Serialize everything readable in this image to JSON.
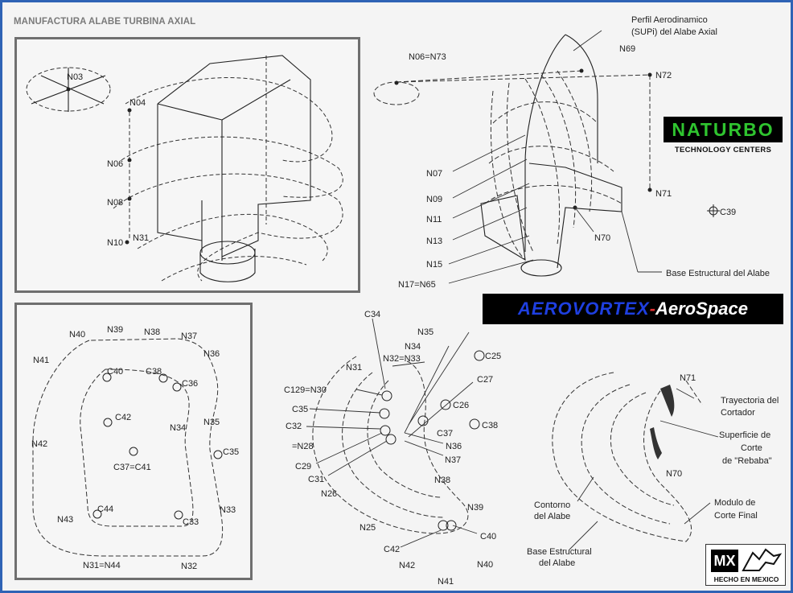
{
  "title": "MANUFACTURA ALABE TURBINA AXIAL",
  "brands": {
    "naturbo": "NATURBO",
    "naturbo_sub": "TECHNOLOGY CENTERS",
    "aerovortex_main": "AEROVORTEX",
    "aerovortex_dash": "-",
    "aerovortex_space": "AeroSpace",
    "mx": "MX",
    "mx_caption": "HECHO EN MEXICO",
    "colors": {
      "frame": "#2f63b5",
      "naturbo_green": "#2fc42f",
      "aerovortex_blue": "#1e3fe0",
      "aerovortex_dash": "#e03030"
    }
  },
  "panel_iso": {
    "labels": [
      "N03",
      "N04",
      "N06",
      "N08",
      "N10",
      "N31"
    ]
  },
  "panel_plan": {
    "labels": [
      "N40",
      "N39",
      "N38",
      "N37",
      "N36",
      "N41",
      "C40",
      "C38",
      "C36",
      "C42",
      "N35",
      "N34",
      "N42",
      "C35",
      "C37=C41",
      "C44",
      "N43",
      "C33",
      "N33",
      "N31=N44",
      "N32"
    ]
  },
  "diagram_iso2": {
    "labels": [
      "N06=N73",
      "N69",
      "N72",
      "N07",
      "N09",
      "N11",
      "N13",
      "N15",
      "N17=N65",
      "N70",
      "N71",
      "C39"
    ],
    "callouts": {
      "perfil_1": "Perfil Aerodinamico",
      "perfil_2": "(SUPi) del Alabe Axial",
      "base": "Base Estructural del Alabe"
    }
  },
  "diagram_toolpath": {
    "labels": [
      "C34",
      "N35",
      "N34",
      "N32=N33",
      "C25",
      "N31",
      "C27",
      "C129=N30",
      "C26",
      "C35",
      "C37",
      "C38",
      "C32",
      "=N28",
      "N36",
      "N37",
      "C29",
      "C31",
      "N38",
      "N26",
      "N39",
      "N25",
      "C40",
      "C42",
      "N42",
      "N40",
      "N41"
    ]
  },
  "diagram_cut": {
    "labels": [
      "N71",
      "N70"
    ],
    "callouts": {
      "trayectoria_1": "Trayectoria del",
      "trayectoria_2": "Cortador",
      "superficie_1": "Superficie de",
      "superficie_2": "Corte",
      "superficie_3": "de \"Rebaba\"",
      "contorno_1": "Contorno",
      "contorno_2": "del Alabe",
      "modulo_1": "Modulo de",
      "modulo_2": "Corte Final",
      "base_1": "Base Estructural",
      "base_2": "del Alabe"
    }
  }
}
